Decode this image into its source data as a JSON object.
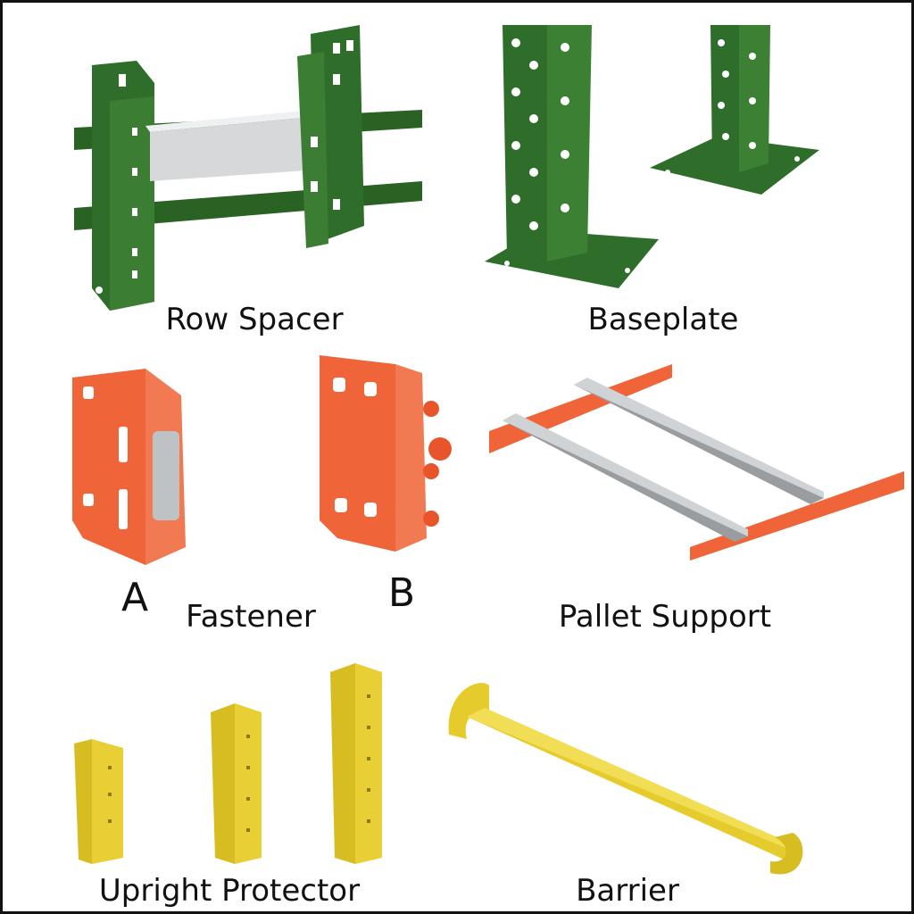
{
  "items": [
    {
      "label": "Row Spacer"
    },
    {
      "label": "Baseplate"
    },
    {
      "label": "Fastener",
      "variants": [
        "A",
        "B"
      ]
    },
    {
      "label": "Pallet Support"
    },
    {
      "label": "Upright Protector"
    },
    {
      "label": "Barrier"
    }
  ],
  "colors": {
    "green": "#2f6e2a",
    "orange": "#ef6438",
    "yellow": "#e6cb2c",
    "silver": "#cfd2d4"
  }
}
